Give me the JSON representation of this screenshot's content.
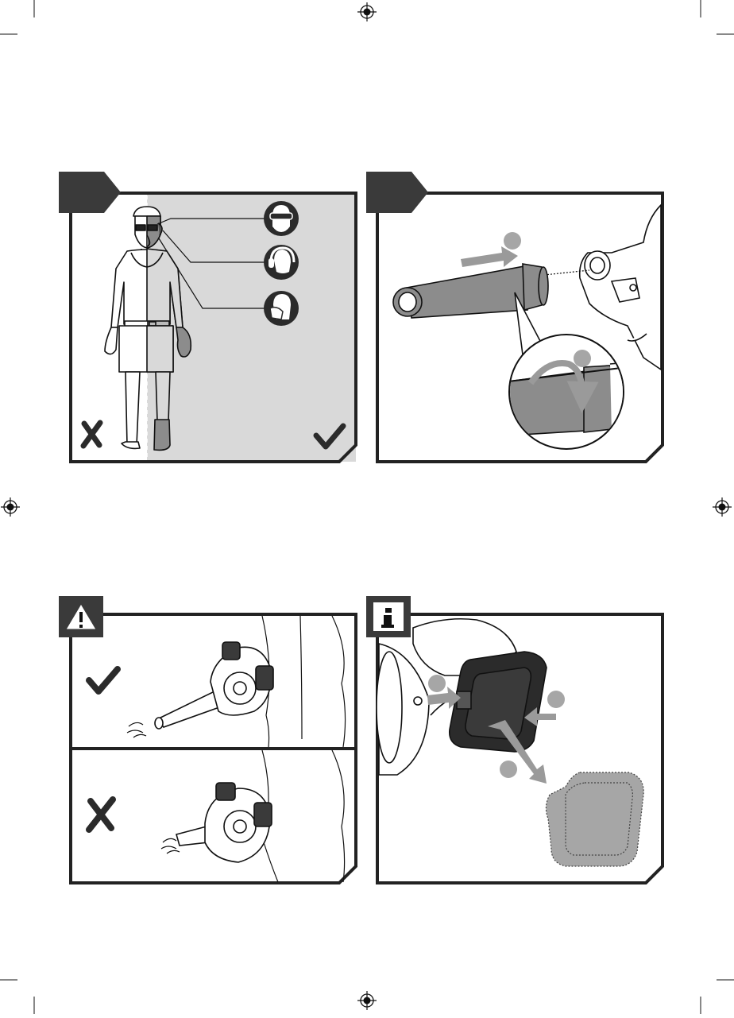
{
  "page": {
    "type": "instruction-manual-illustration-page",
    "background": "#ffffff"
  },
  "colors": {
    "frame": "#222222",
    "tab": "#3a3a3a",
    "panel_shade": "#d9d9d9",
    "part_grey": "#8c8c8c",
    "arrow_grey": "#9a9a9a",
    "badge_grey": "#a6a6a6",
    "sign_dark": "#2b2b2b"
  },
  "panels": {
    "safety_gear": {
      "tab_style": "dark-arrow-tab",
      "pictograms": [
        "eye-protection-icon",
        "hearing-protection-icon",
        "dust-mask-icon"
      ],
      "incorrect_mark": "cross-icon",
      "correct_mark": "check-icon"
    },
    "nozzle_attach": {
      "tab_style": "dark-arrow-tab",
      "steps": 2,
      "step_icons": [
        "push-arrow-icon",
        "twist-arrow-icon"
      ]
    },
    "blower_angle": {
      "tab_icon": "warning-triangle-icon",
      "rows": [
        {
          "mark": "check-icon",
          "meaning": "correct"
        },
        {
          "mark": "cross-icon",
          "meaning": "incorrect"
        }
      ]
    },
    "battery_release": {
      "tab_icon": "info-icon",
      "steps": 3,
      "step_icons": [
        "press-arrow-icon",
        "press-arrow-icon",
        "pull-arrow-icon"
      ]
    }
  }
}
